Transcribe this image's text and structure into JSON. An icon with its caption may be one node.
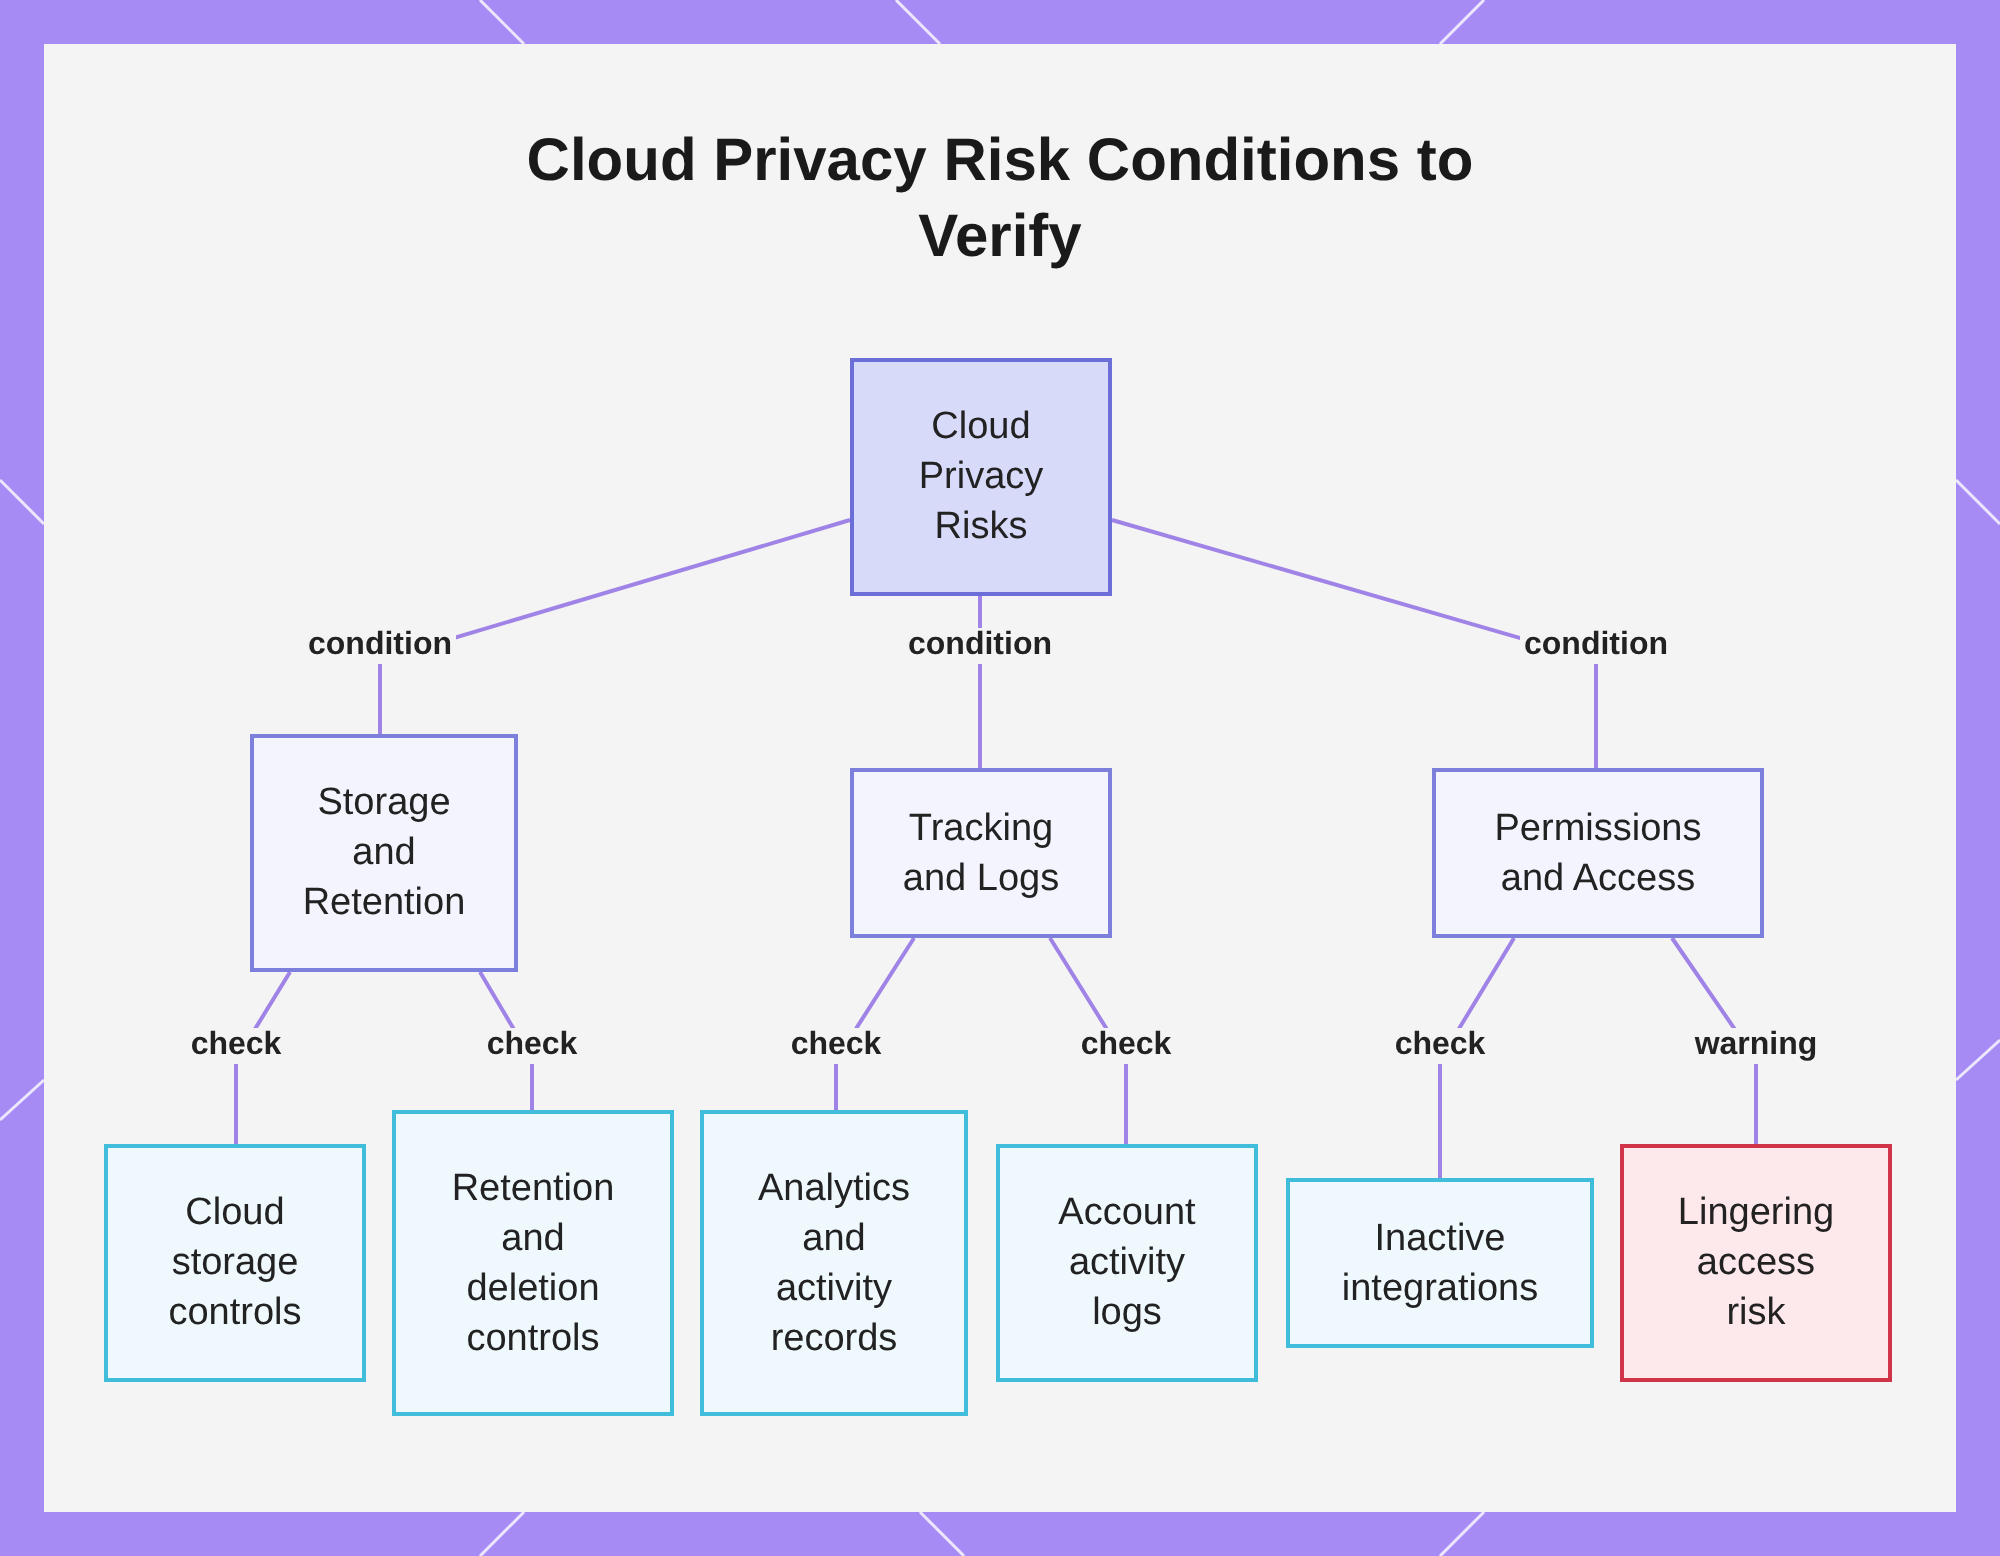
{
  "diagram": {
    "title": "Cloud Privacy Risk Conditions to Verify",
    "nodes": [
      {
        "text": [
          "Cloud Privacy Risks"
        ]
      },
      {
        "text": [
          "Storage and Retention"
        ]
      },
      {
        "text": [
          "Tracking and Logs"
        ]
      },
      {
        "text": [
          "Permissions and Access"
        ]
      },
      {
        "text": [
          "Cloud storage controls"
        ]
      },
      {
        "text": [
          "Retention and deletion controls"
        ]
      },
      {
        "text": [
          "Analytics and activity records"
        ]
      },
      {
        "text": [
          "Account activity logs"
        ]
      },
      {
        "text": [
          "Inactive integrations"
        ]
      },
      {
        "text": [
          "Lingering access risk"
        ]
      }
    ],
    "edges": [
      {
        "from": 0,
        "to": 1,
        "arrow": "none",
        "label": "condition"
      },
      {
        "from": 0,
        "to": 2,
        "arrow": "none",
        "label": "condition"
      },
      {
        "from": 0,
        "to": 3,
        "arrow": "none",
        "label": "condition"
      },
      {
        "from": 1,
        "to": 4,
        "arrow": "none",
        "label": "check"
      },
      {
        "from": 1,
        "to": 5,
        "arrow": "none",
        "label": "check"
      },
      {
        "from": 2,
        "to": 6,
        "arrow": "none",
        "label": "check"
      },
      {
        "from": 2,
        "to": 7,
        "arrow": "none",
        "label": "check"
      },
      {
        "from": 3,
        "to": 8,
        "arrow": "none",
        "label": "check"
      },
      {
        "from": 3,
        "to": 9,
        "arrow": "none",
        "label": "warning"
      }
    ]
  }
}
